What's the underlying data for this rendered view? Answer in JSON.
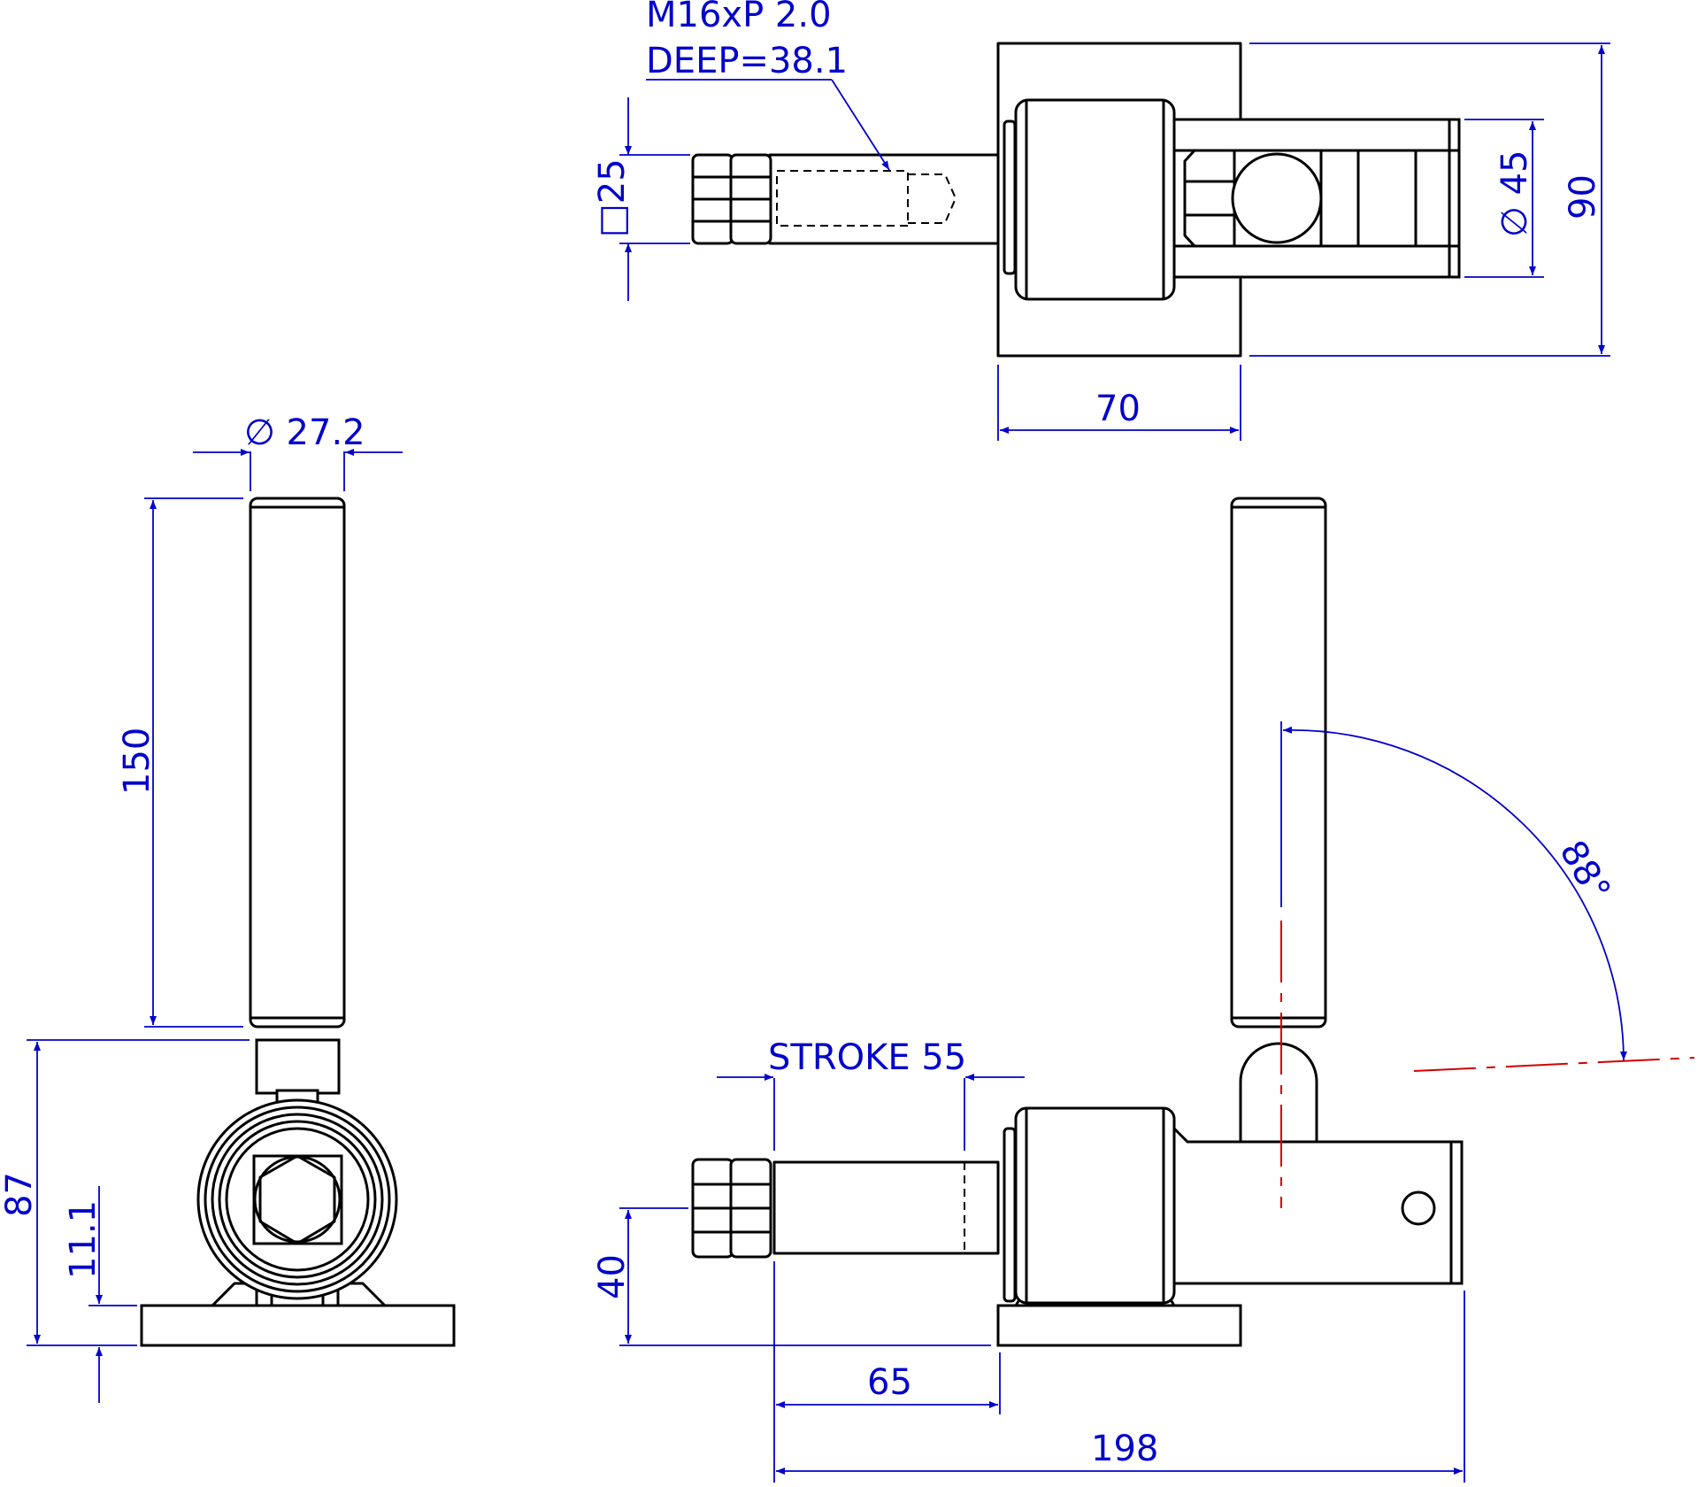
{
  "labels": {
    "thread_line1": "M16xP 2.0",
    "thread_line2": "DEEP=38.1",
    "square_25": "□25",
    "dia_45": "∅ 45",
    "dim_90": "90",
    "dim_70": "70",
    "dia_27": "∅ 27.2",
    "dim_150": "150",
    "dim_87": "87",
    "dim_11": "11.1",
    "stroke": "STROKE 55",
    "dim_40": "40",
    "dim_65": "65",
    "dim_198": "198",
    "angle": "88°"
  },
  "colors": {
    "object_line": "#000000",
    "dimension": "#0000cc",
    "centerline": "#d40000",
    "background": "#ffffff"
  }
}
